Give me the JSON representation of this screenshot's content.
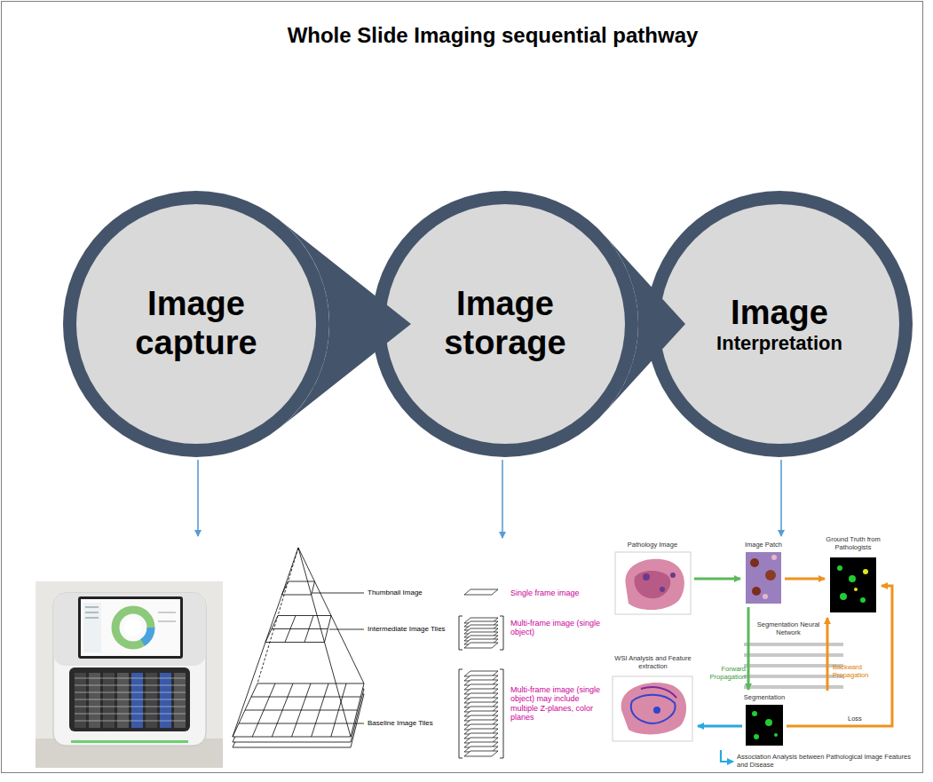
{
  "diagram": {
    "title": "Whole Slide Imaging sequential pathway",
    "nodes": [
      {
        "text": [
          "Image capture"
        ]
      },
      {
        "text": [
          "Image storage"
        ]
      },
      {
        "text": [
          "Image",
          "Interpretation"
        ]
      }
    ],
    "edges": [
      {
        "from": 0,
        "to": 1,
        "arrow": "to"
      },
      {
        "from": 1,
        "to": 2,
        "arrow": "to"
      }
    ],
    "labels": [
      "Thumbnail Image",
      "Intermediate Image Tiles",
      "Baseline Image Tiles",
      "Single frame image",
      "Multi-frame image (single object)",
      "Multi-frame image (single object) may include multiple Z-planes, color planes",
      "Pathology Image",
      "Image Patch",
      "Ground Truth from Pathologists",
      "Segmentation Neural Network",
      "Forward Propagation",
      "Backward Propagation",
      "WSI Analysis and Feature extraction",
      "Segmentation",
      "Loss",
      "Association Analysis between Pathological Image Features and Disease"
    ]
  }
}
